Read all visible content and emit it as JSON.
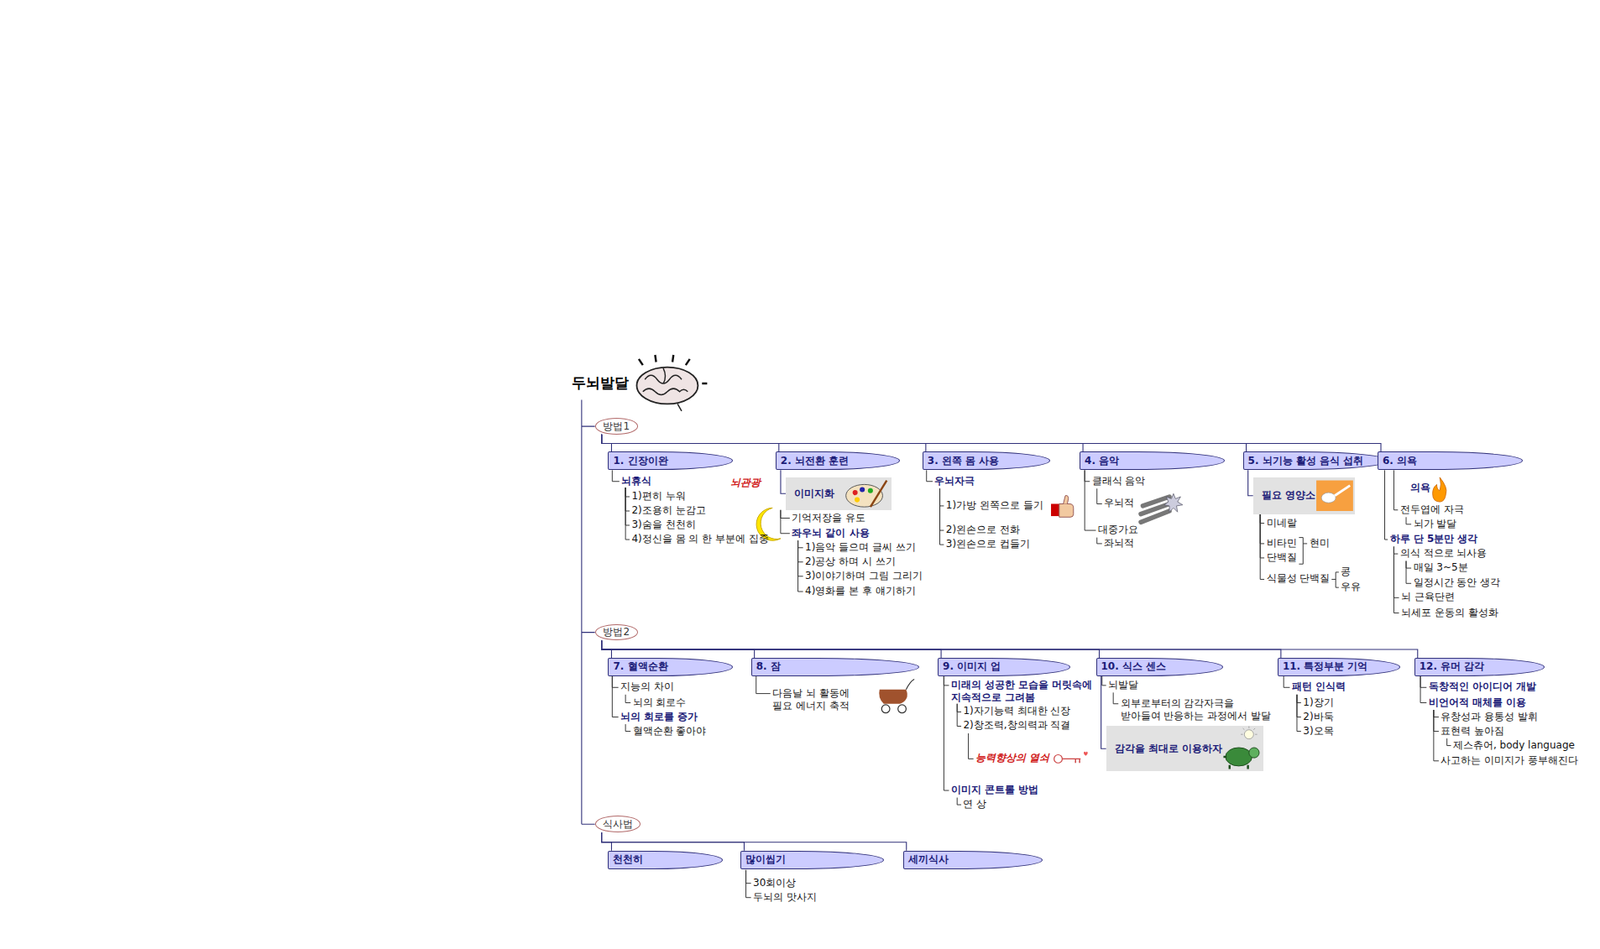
{
  "diagram": {
    "title": "두뇌발달",
    "nodes": [
      {
        "text": [
          "방법1"
        ]
      },
      {
        "text": [
          "1. 긴장이완"
        ]
      },
      {
        "text": [
          "2. 뇌전환 훈련"
        ]
      },
      {
        "text": [
          "3. 왼쪽 몸 사용"
        ]
      },
      {
        "text": [
          "4. 음악"
        ]
      },
      {
        "text": [
          "5. 뇌기능 활성 음식 섭취"
        ]
      },
      {
        "text": [
          "6. 의욕"
        ]
      },
      {
        "text": [
          "이미지화"
        ]
      },
      {
        "text": [
          "필요 영양소"
        ]
      },
      {
        "text": [
          "방법2"
        ]
      },
      {
        "text": [
          "7. 혈액순환"
        ]
      },
      {
        "text": [
          "8. 잠"
        ]
      },
      {
        "text": [
          "9. 이미지 업"
        ]
      },
      {
        "text": [
          "10. 식스 센스"
        ]
      },
      {
        "text": [
          "11. 특정부분 기억"
        ]
      },
      {
        "text": [
          "12. 유머 감각"
        ]
      },
      {
        "text": [
          "감각을 최대로 이용하자"
        ]
      },
      {
        "text": [
          "식사법"
        ]
      },
      {
        "text": [
          "천천히"
        ]
      },
      {
        "text": [
          "많이씹기"
        ]
      },
      {
        "text": [
          "세끼식사"
        ]
      }
    ],
    "edges": [
      {
        "from": 0,
        "to": 1,
        "arrow": "none"
      },
      {
        "from": 0,
        "to": 2,
        "arrow": "none"
      },
      {
        "from": 0,
        "to": 3,
        "arrow": "none"
      },
      {
        "from": 0,
        "to": 4,
        "arrow": "none"
      },
      {
        "from": 0,
        "to": 5,
        "arrow": "none"
      },
      {
        "from": 0,
        "to": 6,
        "arrow": "none"
      },
      {
        "from": 2,
        "to": 7,
        "arrow": "none"
      },
      {
        "from": 5,
        "to": 8,
        "arrow": "none"
      },
      {
        "from": 9,
        "to": 10,
        "arrow": "none"
      },
      {
        "from": 9,
        "to": 11,
        "arrow": "none"
      },
      {
        "from": 9,
        "to": 12,
        "arrow": "none"
      },
      {
        "from": 9,
        "to": 13,
        "arrow": "none"
      },
      {
        "from": 9,
        "to": 14,
        "arrow": "none"
      },
      {
        "from": 9,
        "to": 15,
        "arrow": "none"
      },
      {
        "from": 13,
        "to": 16,
        "arrow": "none"
      },
      {
        "from": 17,
        "to": 18,
        "arrow": "none"
      },
      {
        "from": 17,
        "to": 19,
        "arrow": "none"
      },
      {
        "from": 17,
        "to": 20,
        "arrow": "none"
      }
    ],
    "labels": [
      "뇌휴식",
      "1)편히 누워",
      "2)조용히 눈감고",
      "3)숨을 천천히",
      "4)정신을 몸 의 한 부분에 집중",
      "뇌관광",
      "기억저장을 유도",
      "좌우뇌 같이 사용",
      "1)음악 들으며 글씨 쓰기",
      "2)공상 하며 시 쓰기",
      "3)이야기하며 그림 그리기",
      "4)영화를 본 후 얘기하기",
      "우뇌자극",
      "1)가방 왼쪽으로 들기",
      "2)왼손으로 전화",
      "3)왼손으로 컵들기",
      "클래식 음악",
      "우뇌적",
      "대중가요",
      "좌뇌적",
      "미네랄",
      "비타민",
      "단백질",
      "현미",
      "식물성 단백질",
      "콩",
      "우유",
      "의욕",
      "전두엽에 자극",
      "뇌가 발달",
      "하루 단 5분만 생각",
      "의식 적으로 뇌사용",
      "매일 3~5분",
      "일정시간 동안 생각",
      "뇌 근육단련",
      "뇌세포 운동의 활성화",
      "지능의 차이",
      "뇌의 회로수",
      "뇌의 회로를 증가",
      "혈액순환 좋아야",
      "다음날 뇌 활동에 필요 에너지 축적",
      "미래의 성공한 모습을 머릿속에 지속적으로 그려봄",
      "1)자기능력 최대한 신장",
      "2)창조력,창의력과 직결",
      "능력향상의 열쇠",
      "이미지 콘트롤 방법",
      "연 상",
      "뇌발달",
      "외부로부터의 감각자극을 받아들여 반응하는 과정에서 발달",
      "패턴 인식력",
      "1)장기",
      "2)바둑",
      "3)오목",
      "독창적인 아이디어 개발",
      "비언어적 매체를 이용",
      "유창성과 융통성 발휘",
      "표현력 높아짐",
      "제스츄어, body language",
      "사고하는 이미지가 풍부해진다",
      "30회이상",
      "두뇌의 맛사지"
    ]
  }
}
